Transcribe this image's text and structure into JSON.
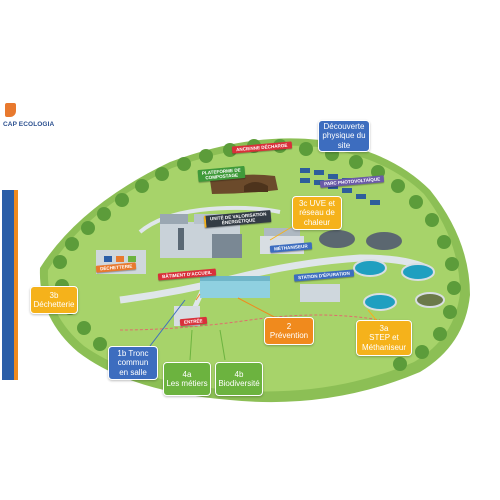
{
  "brand": {
    "name": "CAP ECOLOGIA"
  },
  "colors": {
    "blue": "#3d6dbf",
    "orange": "#f08a1d",
    "yellow": "#f5b21b",
    "green": "#6cb33f",
    "grass": "#a7d36a"
  },
  "callouts": {
    "decouverte": "Découverte\nphysique du\nsite",
    "uve": "3c UVE et\nréseau de\nchaleur",
    "dechetterie": "3b\nDéchetterie",
    "prevention": "2\nPrévention",
    "step": "3a\nSTEP et\nMéthaniseur",
    "tronc": "1b Tronc\ncommun\nen salle",
    "metiers": "4a\nLes métiers",
    "biodiversite": "4b\nBiodiversité"
  },
  "ribbons": {
    "ancienne_decharge": "ANCIENNE DÉCHARGE",
    "plateforme": "PLATEFORME DE\nCOMPOSTAGE",
    "parc_photo": "PARC PHOTOVOLTAÏQUE",
    "unite_valorisation": "UNITÉ DE VALORISATION\nÉNERGÉTIQUE",
    "methaniseur": "MÉTHANISEUR",
    "dechetterie": "DÉCHETTERIE",
    "batiment_accueil": "BÂTIMENT D'ACCUEIL",
    "station_epuration": "STATION D'ÉPURATION",
    "entree": "ENTRÉE"
  }
}
